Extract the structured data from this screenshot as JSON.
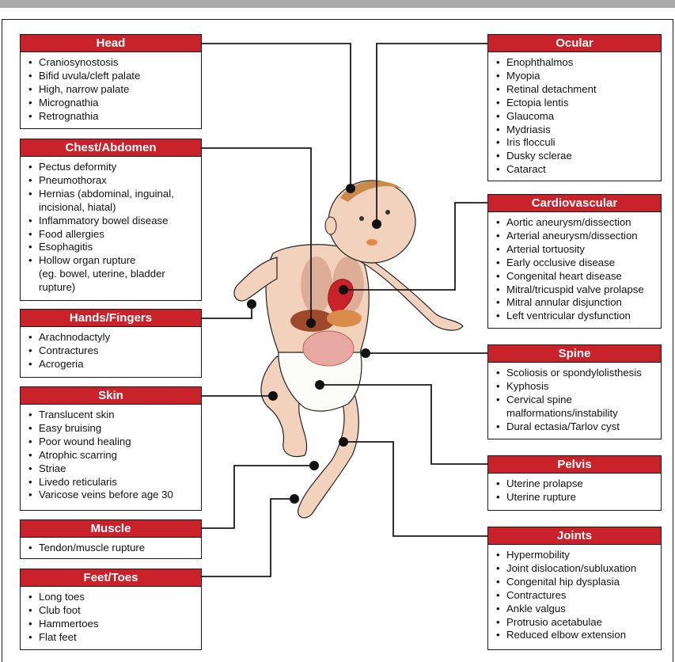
{
  "colors": {
    "header_red": "#c9222b",
    "line": "#1a1a1a",
    "skin": "#f3d2bd",
    "hair": "#c98a4a"
  },
  "boxes": {
    "head": {
      "title": "Head",
      "items": [
        "Craniosynostosis",
        "Bifid uvula/cleft palate",
        "High, narrow palate",
        "Micrognathia",
        "Retrognathia"
      ]
    },
    "chest": {
      "title": "Chest/Abdomen",
      "items": [
        "Pectus deformity",
        "Pneumothorax",
        "Hernias (abdominal, inguinal,\nincisional, hiatal)",
        "Inflammatory bowel disease",
        "Food allergies",
        "Esophagitis",
        "Hollow organ rupture\n(eg. bowel, uterine, bladder\nrupture)"
      ]
    },
    "hands": {
      "title": "Hands/Fingers",
      "items": [
        "Arachnodactyly",
        "Contractures",
        "Acrogeria"
      ]
    },
    "skin": {
      "title": "Skin",
      "items": [
        "Translucent skin",
        "Easy bruising",
        "Poor wound healing",
        "Atrophic scarring",
        "Striae",
        "Livedo reticularis",
        "Varicose veins before age 30"
      ]
    },
    "muscle": {
      "title": "Muscle",
      "items": [
        "Tendon/muscle rupture"
      ]
    },
    "feet": {
      "title": "Feet/Toes",
      "items": [
        "Long toes",
        "Club foot",
        "Hammertoes",
        "Flat feet"
      ]
    },
    "ocular": {
      "title": "Ocular",
      "items": [
        "Enophthalmos",
        "Myopia",
        "Retinal detachment",
        "Ectopia lentis",
        "Glaucoma",
        "Mydriasis",
        "Iris flocculi",
        "Dusky sclerae",
        "Cataract"
      ]
    },
    "cardio": {
      "title": "Cardiovascular",
      "items": [
        "Aortic aneurysm/dissection",
        "Arterial aneurysm/dissection",
        "Arterial tortuosity",
        "Early occlusive disease",
        "Congenital heart disease",
        "Mitral/tricuspid valve prolapse",
        "Mitral annular disjunction",
        "Left ventricular dysfunction"
      ]
    },
    "spine": {
      "title": "Spine",
      "items": [
        "Scoliosis or spondylolisthesis",
        "Kyphosis",
        "Cervical spine\nmalformations/instability",
        "Dural ectasia/Tarlov cyst"
      ]
    },
    "pelvis": {
      "title": "Pelvis",
      "items": [
        "Uterine prolapse",
        "Uterine rupture"
      ]
    },
    "joints": {
      "title": "Joints",
      "items": [
        "Hypermobility",
        "Joint dislocation/subluxation",
        "Congenital hip dysplasia",
        "Contractures",
        "Ankle valgus",
        "Protrusio acetabulae",
        "Reduced elbow extension"
      ]
    }
  }
}
